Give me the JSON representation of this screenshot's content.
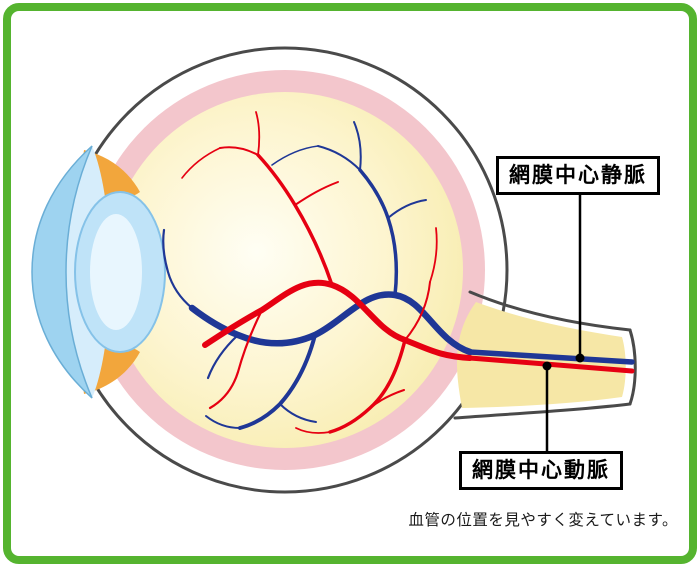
{
  "diagram": {
    "labels": {
      "vein": "網膜中心静脈",
      "artery": "網膜中心動脈"
    },
    "caption": "血管の位置を見やすく変えています。",
    "icons": {
      "vein_pointer": "pointer-line-with-dot",
      "artery_pointer": "pointer-line-with-dot"
    },
    "colors": {
      "frame_green": "#55b42f",
      "sclera_outline": "#4a4a4a",
      "sclera_fill": "#ffffff",
      "choroid_pink": "#f3c6cc",
      "vitreous_yellow": "#fbf0bd",
      "optic_nerve_yellow": "#f6e7a6",
      "cornea_blue": "#9ed3f0",
      "anterior_chamber_blue": "#d6edfb",
      "lens_blue": "#bfe3f8",
      "ciliary_orange": "#f2a63c",
      "artery_red": "#e60012",
      "vein_blue": "#1f3796",
      "pointer_black": "#000000"
    }
  }
}
